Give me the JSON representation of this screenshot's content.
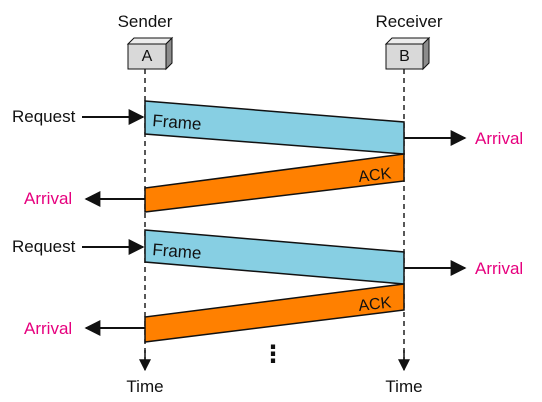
{
  "diagram": {
    "sender_title": "Sender",
    "receiver_title": "Receiver",
    "sender_box": "A",
    "receiver_box": "B",
    "time_left": "Time",
    "time_right": "Time",
    "ellipsis": "⋮",
    "exchanges": [
      {
        "request_label": "Request",
        "frame_label": "Frame",
        "receiver_arrival_label": "Arrival",
        "ack_label": "ACK",
        "sender_arrival_label": "Arrival"
      },
      {
        "request_label": "Request",
        "frame_label": "Frame",
        "receiver_arrival_label": "Arrival",
        "ack_label": "ACK",
        "sender_arrival_label": "Arrival"
      }
    ]
  },
  "colors": {
    "frame_fill": "#87cfe3",
    "ack_fill": "#ff8000",
    "arrival_text": "#e6007e",
    "box_fill": "#d9d9d9",
    "box_side": "#8c8c8c",
    "ink": "#111111"
  }
}
